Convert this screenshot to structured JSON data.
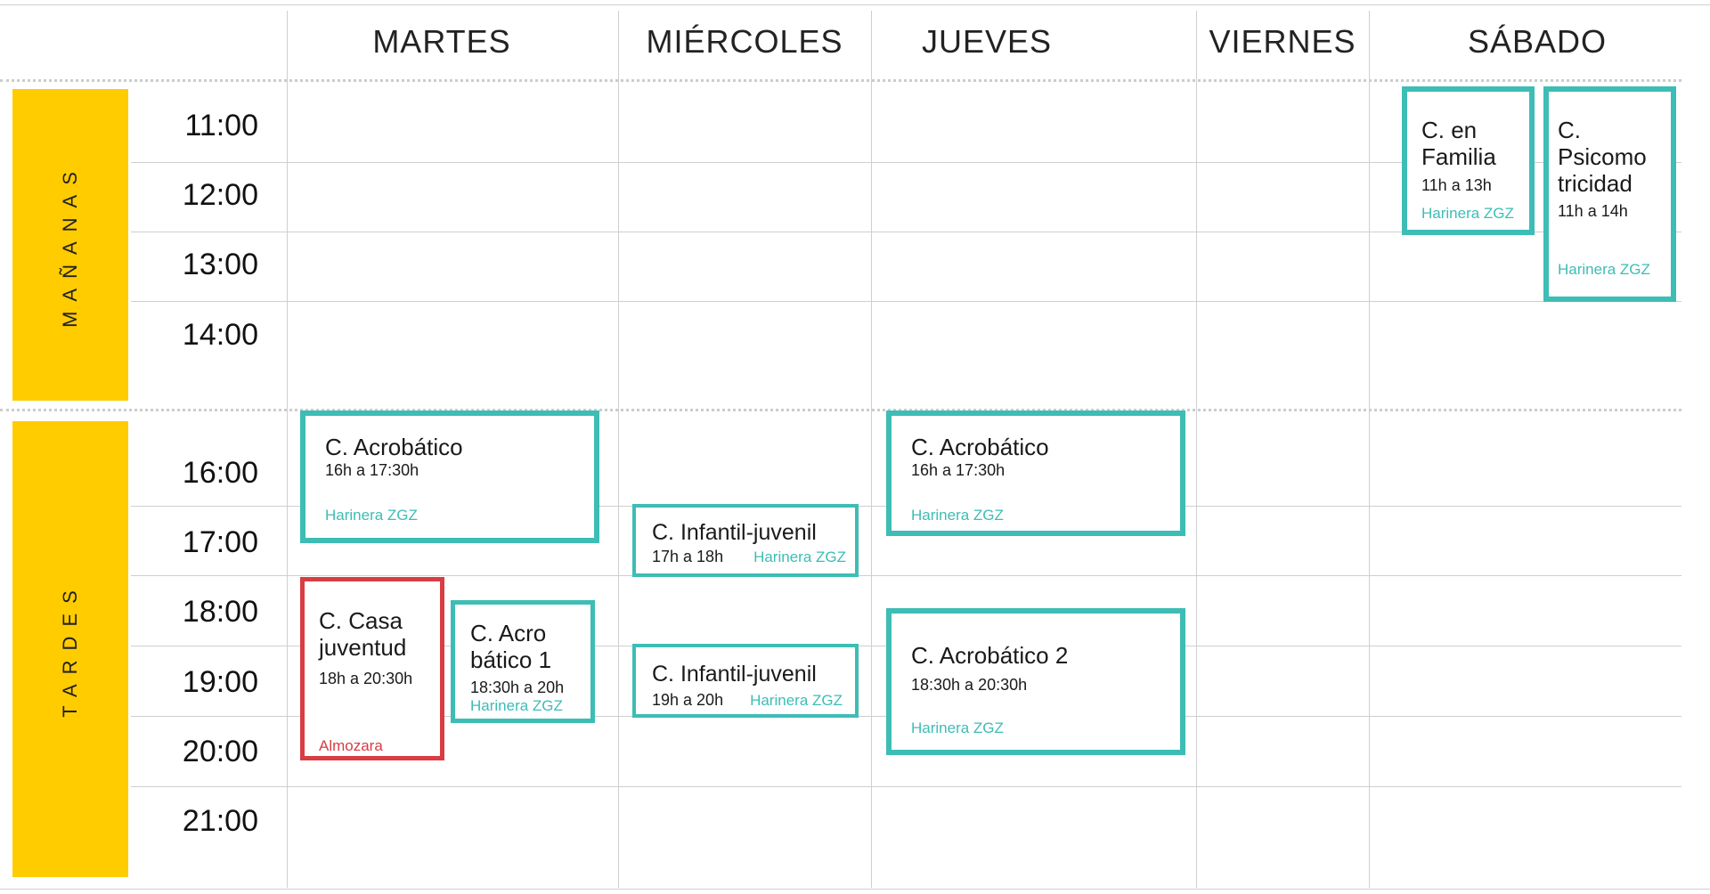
{
  "days": [
    "MARTES",
    "MIÉRCOLES",
    "JUEVES",
    "VIERNES",
    "SÁBADO"
  ],
  "periods": {
    "morning": "MAÑANAS",
    "afternoon": "TARDES"
  },
  "times": {
    "morning": [
      "11:00",
      "12:00",
      "13:00",
      "14:00"
    ],
    "afternoon": [
      "16:00",
      "17:00",
      "18:00",
      "19:00",
      "20:00",
      "21:00"
    ]
  },
  "events": [
    {
      "title": "C. en Familia",
      "title_lines": [
        "C. en",
        "Familia"
      ],
      "time": "11h a 13h",
      "location": "Harinera ZGZ",
      "color": "#3dbdb5"
    },
    {
      "title": "C. Psicomotricidad",
      "title_lines": [
        "C.",
        "Psicomo",
        "tricidad"
      ],
      "time": "11h a 14h",
      "location": "Harinera ZGZ",
      "color": "#3dbdb5"
    },
    {
      "title": "C. Acrobático",
      "time": "16h a 17:30h",
      "location": "Harinera ZGZ",
      "color": "#3dbdb5"
    },
    {
      "title": "C. Acrobático",
      "time": "16h a 17:30h",
      "location": "Harinera ZGZ",
      "color": "#3dbdb5"
    },
    {
      "title": "C. Infantil-juvenil",
      "time": "17h a 18h",
      "location": "Harinera ZGZ",
      "color": "#3dbdb5"
    },
    {
      "title": "C. Casa juventud",
      "title_lines": [
        "C. Casa",
        "juventud"
      ],
      "time": "18h a 20:30h",
      "location": "Almozara",
      "color": "#d83d43"
    },
    {
      "title": "C. Acrobático 1",
      "title_lines": [
        "C. Acro",
        "bático 1"
      ],
      "time": "18:30h a 20h",
      "location": "Harinera ZGZ",
      "color": "#3dbdb5"
    },
    {
      "title": "C. Infantil-juvenil",
      "time": "19h a 20h",
      "location": "Harinera ZGZ",
      "color": "#3dbdb5"
    },
    {
      "title": "C. Acrobático 2",
      "time": "18:30h a 20:30h",
      "location": "Harinera ZGZ",
      "color": "#3dbdb5"
    }
  ]
}
